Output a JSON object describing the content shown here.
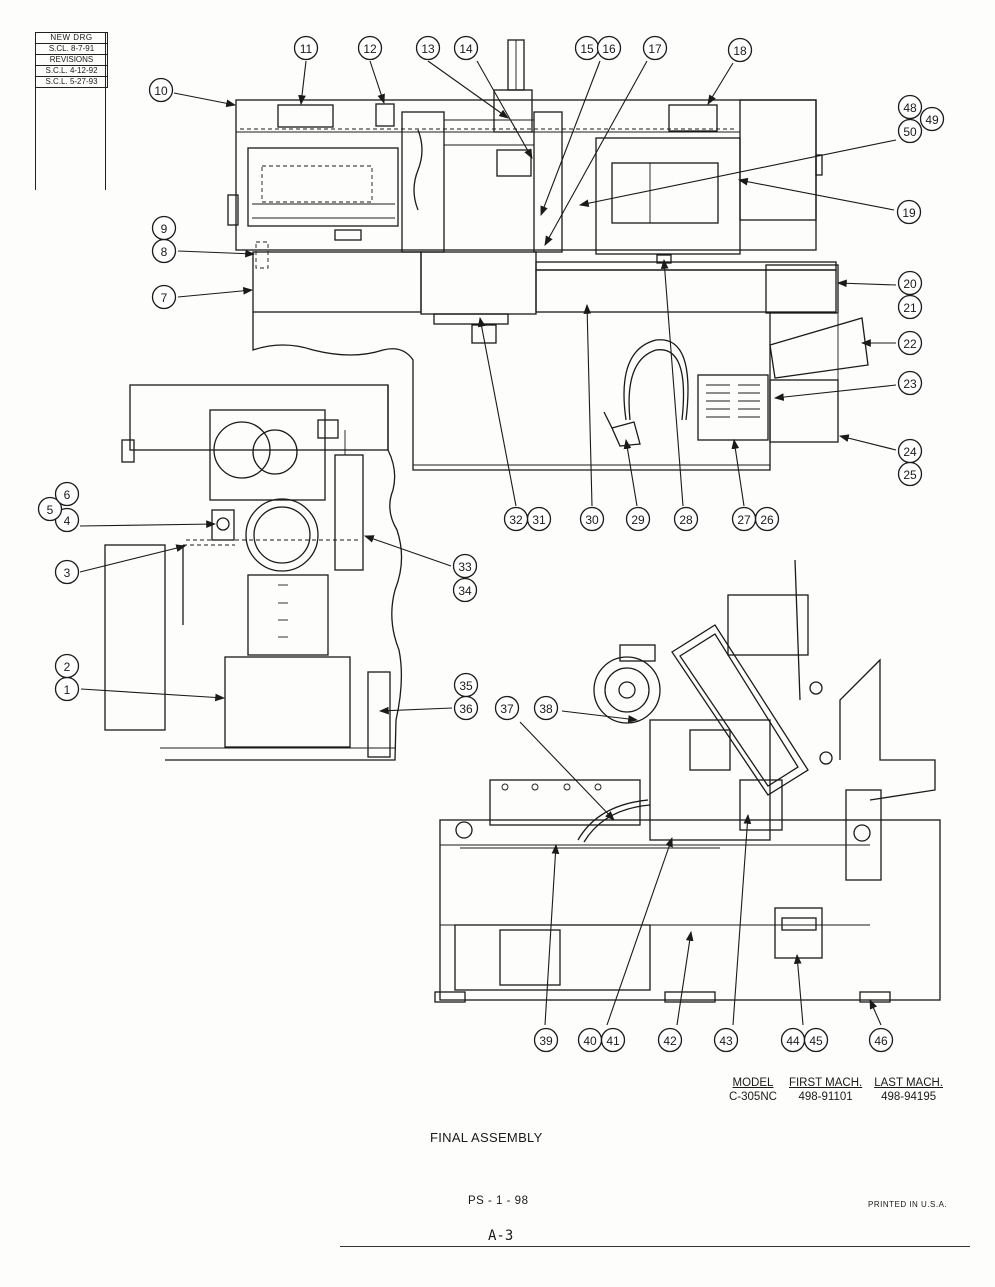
{
  "revision_block": {
    "title": "NEW DRG",
    "original": "S.CL. 8-7-91",
    "revisions_label": "REVISIONS",
    "revisions": [
      "S.C.L. 4-12-92",
      "S.C.L. 5-27-93"
    ]
  },
  "callouts": [
    "1",
    "2",
    "3",
    "4",
    "5",
    "6",
    "7",
    "8",
    "9",
    "10",
    "11",
    "12",
    "13",
    "14",
    "15",
    "16",
    "17",
    "18",
    "19",
    "20",
    "21",
    "22",
    "23",
    "24",
    "25",
    "26",
    "27",
    "28",
    "29",
    "30",
    "31",
    "32",
    "33",
    "34",
    "35",
    "36",
    "37",
    "38",
    "39",
    "40",
    "41",
    "42",
    "43",
    "44",
    "45",
    "46",
    "48",
    "49",
    "50"
  ],
  "model_table": {
    "headers": [
      "MODEL",
      "FIRST MACH.",
      "LAST MACH."
    ],
    "rows": [
      [
        "C-305NC",
        "498-91101",
        "498-94195"
      ]
    ]
  },
  "caption": "FINAL ASSEMBLY",
  "page_number": "PS - 1 - 98",
  "printed": "PRINTED IN U.S.A.",
  "page_id": "A-3",
  "colors": {
    "ink": "#1a1a1a",
    "paper": "#fdfdfc"
  }
}
